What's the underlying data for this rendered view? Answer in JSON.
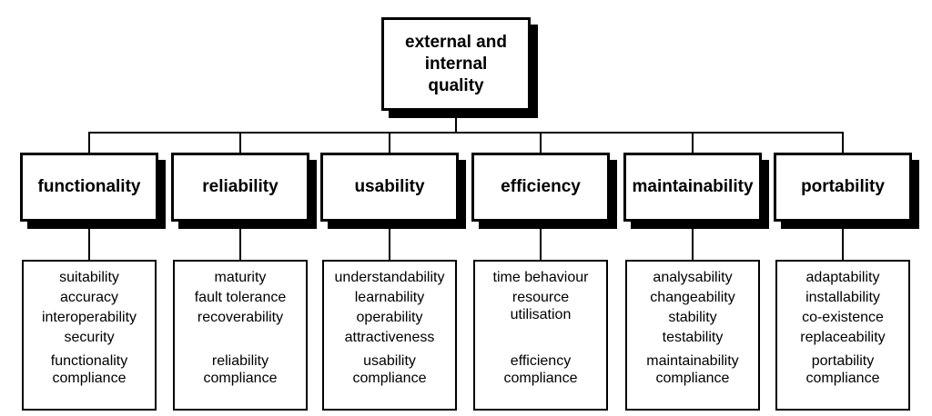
{
  "diagram": {
    "title_hint": "software product quality model",
    "colors": {
      "line": "#000000",
      "box_background": "#ffffff",
      "text": "#000000"
    },
    "root": {
      "label": "external and\ninternal\nquality"
    },
    "columns": [
      {
        "label": "functionality",
        "items": [
          "suitability",
          "accuracy",
          "interoperability",
          "security"
        ],
        "compliance": "functionality\ncompliance"
      },
      {
        "label": "reliability",
        "items": [
          "maturity",
          "fault tolerance",
          "recoverability"
        ],
        "compliance": "reliability\ncompliance"
      },
      {
        "label": "usability",
        "items": [
          "understandability",
          "learnability",
          "operability",
          "attractiveness"
        ],
        "compliance": "usability\ncompliance"
      },
      {
        "label": "efficiency",
        "items": [
          "time behaviour",
          "resource\nutilisation"
        ],
        "compliance": "efficiency\ncompliance"
      },
      {
        "label": "maintainability",
        "items": [
          "analysability",
          "changeability",
          "stability",
          "testability"
        ],
        "compliance": "maintainability\ncompliance"
      },
      {
        "label": "portability",
        "items": [
          "adaptability",
          "installability",
          "co-existence",
          "replaceability"
        ],
        "compliance": "portability\ncompliance"
      }
    ]
  }
}
